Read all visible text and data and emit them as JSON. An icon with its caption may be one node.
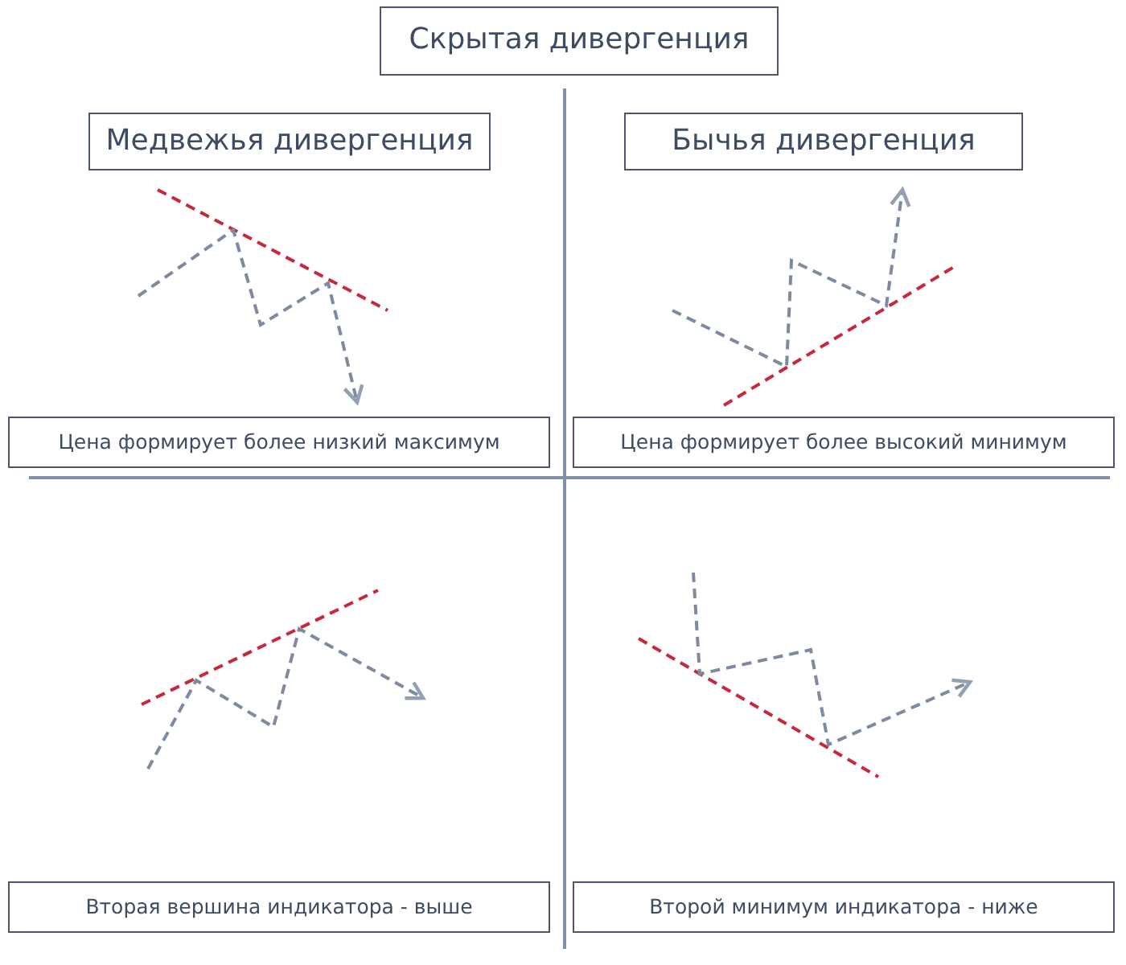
{
  "diagram": {
    "nodes": [
      {
        "text": [
          "Скрытая дивергенция"
        ]
      },
      {
        "text": [
          "Медвежья дивергенция"
        ]
      },
      {
        "text": [
          "Бычья дивергенция"
        ]
      },
      {
        "text": [
          "Цена формирует более низкий максимум"
        ]
      },
      {
        "text": [
          "Цена формирует более высокий минимум"
        ]
      },
      {
        "text": [
          "Вторая вершина индикатора - выше"
        ]
      },
      {
        "text": [
          "Второй минимум индикатора - ниже"
        ]
      }
    ],
    "edges": []
  }
}
